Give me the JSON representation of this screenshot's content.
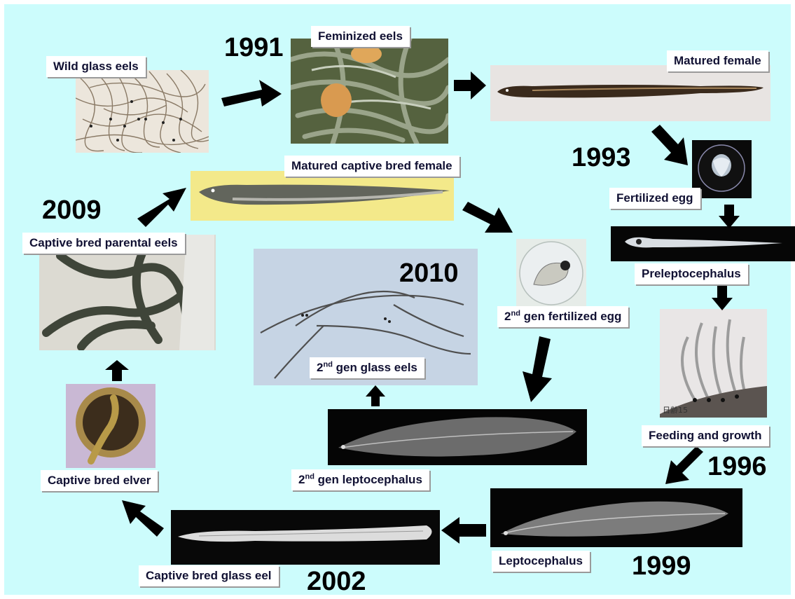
{
  "years": {
    "y1991": "1991",
    "y1993": "1993",
    "y1996": "1996",
    "y1999": "1999",
    "y2002": "2002",
    "y2009": "2009",
    "y2010": "2010"
  },
  "labels": {
    "wild_glass_eels": "Wild glass eels",
    "feminized_eels": "Feminized eels",
    "matured_female": "Matured female",
    "fertilized_egg": "Fertilized egg",
    "preleptocephalus": "Preleptocephalus",
    "feeding_and_growth": "Feeding and growth",
    "leptocephalus": "Leptocephalus",
    "captive_bred_glass_eel": "Captive bred glass eel",
    "captive_bred_elver": "Captive bred elver",
    "captive_bred_parental_eels": "Captive bred parental eels",
    "matured_captive_bred_female": "Matured captive bred female",
    "gen2_prefix": "2",
    "gen2_sup": "nd",
    "gen2_fertilized_egg": " gen fertilized egg",
    "gen2_glass_eels": " gen glass eels",
    "gen2_leptocephalus": " gen leptocephalus"
  },
  "photo_text": {
    "day_stamp": "日齢15"
  },
  "colors": {
    "background": "#ccfcfc",
    "arrow": "#000000",
    "label_bg": "#ffffff",
    "label_text": "#111133"
  },
  "icons": [
    "arrow-icon"
  ]
}
